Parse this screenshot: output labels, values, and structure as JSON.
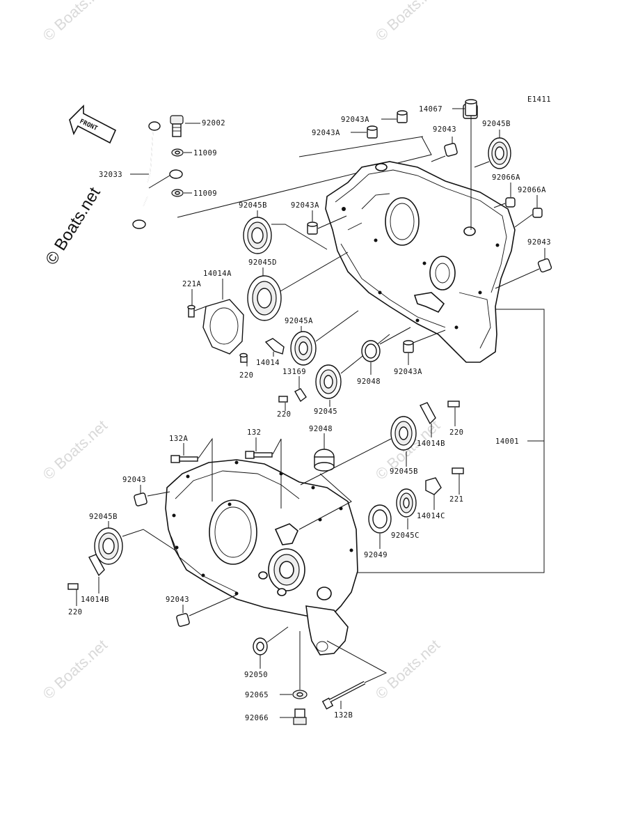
{
  "diagram_code": "E1411",
  "arrow_label": "FRONT",
  "watermark": "© Boats.net",
  "labels": {
    "p92002": "92002",
    "p11009_a": "11009",
    "p11009_b": "11009",
    "p32033": "32033",
    "p14067": "14067",
    "p92043A_1": "92043A",
    "p92043A_2": "92043A",
    "p92043_1": "92043",
    "p92045B_1": "92045B",
    "p92066A_1": "92066A",
    "p92066A_2": "92066A",
    "p92043_2": "92043",
    "p92045B_2": "92045B",
    "p92043A_3": "92043A",
    "p14014A": "14014A",
    "p92045D": "92045D",
    "p221A": "221A",
    "p92045A": "92045A",
    "p14014": "14014",
    "p220_1": "220",
    "p13169": "13169",
    "p92048_1": "92048",
    "p92043A_4": "92043A",
    "p92045": "92045",
    "p220_2": "220",
    "p220_3": "220",
    "p14014B_1": "14014B",
    "p14001": "14001",
    "p132A": "132A",
    "p132": "132",
    "p92048_2": "92048",
    "p92045B_3": "92045B",
    "p221": "221",
    "p14014C": "14014C",
    "p92043_3": "92043",
    "p92045B_4": "92045B",
    "p92049": "92049",
    "p92045C": "92045C",
    "p14014B_2": "14014B",
    "p220_4": "220",
    "p92043_4": "92043",
    "p92050": "92050",
    "p92065": "92065",
    "p132B": "132B",
    "p92066": "92066"
  }
}
